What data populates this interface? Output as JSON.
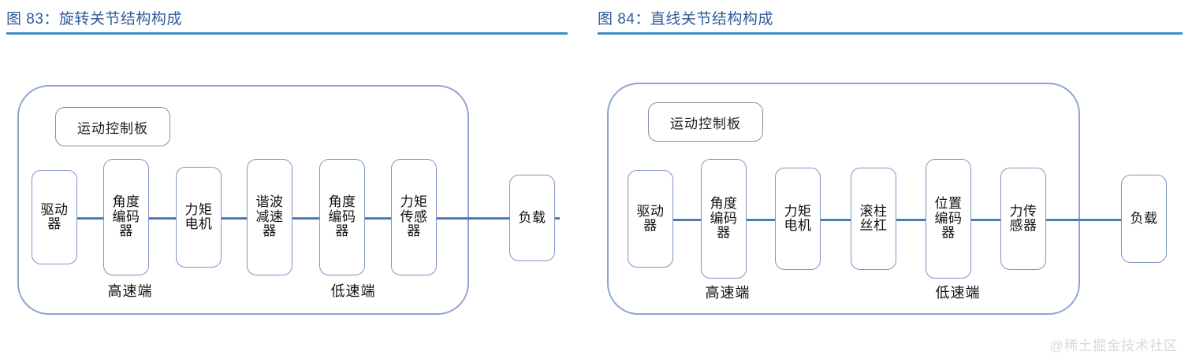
{
  "figures": [
    {
      "number": "图 83：",
      "title": "旋转关节结构构成",
      "control_board": "运动控制板",
      "nodes": [
        {
          "label": "驱动器",
          "chars": "驱动器"
        },
        {
          "label": "角度编码器",
          "chars": "角度编码器"
        },
        {
          "label": "力矩电机",
          "chars": "力矩电机"
        },
        {
          "label": "谐波减速器",
          "chars": "谐波减速器"
        },
        {
          "label": "角度编码器",
          "chars": "角度编码器"
        },
        {
          "label": "力矩传感器",
          "chars": "力矩传感器"
        }
      ],
      "load": "负载",
      "end_labels": [
        "高速端",
        "低速端"
      ]
    },
    {
      "number": "图 84：",
      "title": "直线关节结构构成",
      "control_board": "运动控制板",
      "nodes": [
        {
          "label": "驱动器",
          "chars": "驱动器"
        },
        {
          "label": "角度编码器",
          "chars": "角度编码器"
        },
        {
          "label": "力矩电机",
          "chars": "力矩电机"
        },
        {
          "label": "滚柱丝杠",
          "chars": "滚柱丝杠"
        },
        {
          "label": "位置编码器",
          "chars": "位置编码器"
        },
        {
          "label": "力传感器",
          "chars": "力传感器"
        }
      ],
      "load": "负载",
      "end_labels": [
        "高速端",
        "低速端"
      ]
    }
  ],
  "watermark": "@稀土掘金技术社区",
  "colors": {
    "caption": "#2f5c99",
    "rule": "#3d8ec4",
    "enclosure_border": "#8fa2d0",
    "node_border": "#8094c4",
    "spine": "#4c7cb4",
    "watermark": "#d9d9d9"
  }
}
